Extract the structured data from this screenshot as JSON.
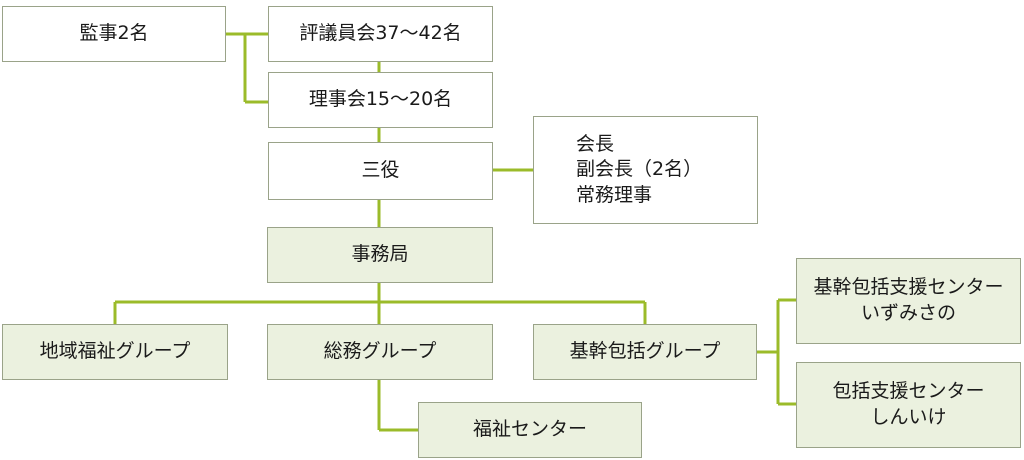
{
  "colors": {
    "connector": "#9bbb2a",
    "border": "#9aa389",
    "fill_highlight": "#ebf1df"
  },
  "nodes": {
    "kanji": "監事2名",
    "hyogiin": "評議員会37～42名",
    "rijikai": "理事会15～20名",
    "sanyaku": "三役",
    "yakushoku": [
      "会長",
      "副会長（2名）",
      "常務理事"
    ],
    "jimukyoku": "事務局",
    "chiiki": "地域福祉グループ",
    "somu": "総務グループ",
    "kikan": "基幹包括グループ",
    "fukushi_center": "福祉センター",
    "izumisano": [
      "基幹包括支援センター",
      "いずみさの"
    ],
    "shinike": [
      "包括支援センター",
      "しんいけ"
    ]
  }
}
